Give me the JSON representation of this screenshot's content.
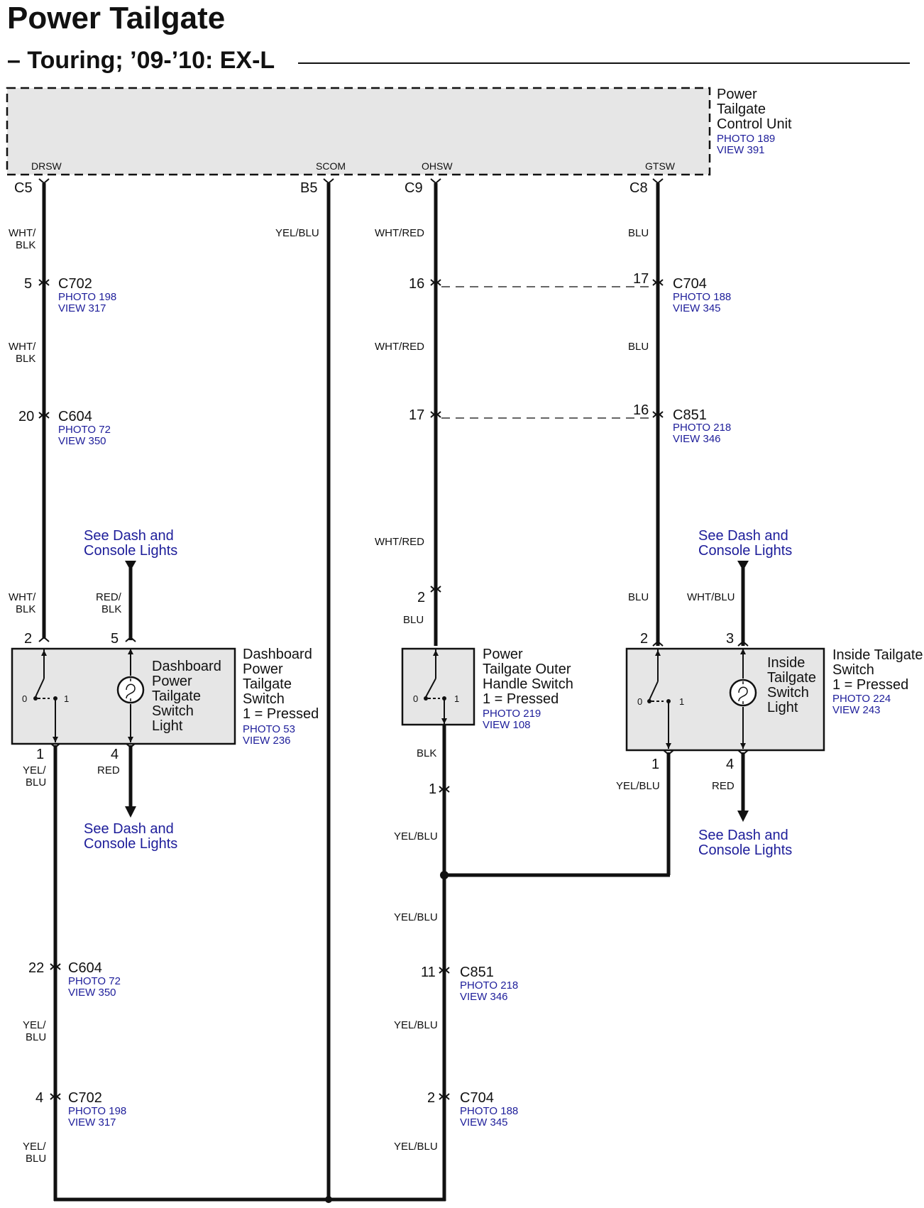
{
  "title": "Power Tailgate",
  "subtitle": "Touring; ’09-’10: EX-L",
  "control_unit": {
    "name_lines": [
      "Power",
      "Tailgate",
      "Control Unit"
    ],
    "photo": "PHOTO 189",
    "view": "VIEW 391",
    "signals": [
      "DRSW",
      "SCOM",
      "OHSW",
      "GTSW"
    ],
    "pins": [
      "C5",
      "B5",
      "C9",
      "C8"
    ]
  },
  "wire_colors": {
    "wht_blk_lines": [
      "WHT/",
      "BLK"
    ],
    "yel_blu": "YEL/BLU",
    "yel_blu_lines": [
      "YEL/",
      "BLU"
    ],
    "wht_red": "WHT/RED",
    "blu": "BLU",
    "red_blk_lines": [
      "RED/",
      "BLK"
    ],
    "red": "RED",
    "wht_blu": "WHT/BLU",
    "blk": "BLK"
  },
  "connectors": {
    "c702_top": {
      "pin": "5",
      "name": "C702",
      "photo": "PHOTO 198",
      "view": "VIEW 317"
    },
    "c604_top": {
      "pin": "20",
      "name": "C604",
      "photo": "PHOTO 72",
      "view": "VIEW 350"
    },
    "c704_top": {
      "pin_left": "16",
      "pin_right": "17",
      "name": "C704",
      "photo": "PHOTO 188",
      "view": "VIEW 345"
    },
    "c851_top": {
      "pin_left": "17",
      "pin_right": "16",
      "name": "C851",
      "photo": "PHOTO 218",
      "view": "VIEW 346"
    },
    "outer_top_pin": "2",
    "outer_bottom_pin": "1",
    "c604_bot": {
      "pin": "22",
      "name": "C604",
      "photo": "PHOTO 72",
      "view": "VIEW 350"
    },
    "c702_bot": {
      "pin": "4",
      "name": "C702",
      "photo": "PHOTO 198",
      "view": "VIEW 317"
    },
    "c851_bot": {
      "pin": "11",
      "name": "C851",
      "photo": "PHOTO 218",
      "view": "VIEW 346"
    },
    "c704_bot": {
      "pin": "2",
      "name": "C704",
      "photo": "PHOTO 188",
      "view": "VIEW 345"
    }
  },
  "see_dash_lines": [
    "See Dash and",
    "Console Lights"
  ],
  "dash_switch": {
    "inner_lines": [
      "Dashboard",
      "Power",
      "Tailgate",
      "Switch",
      "Light"
    ],
    "name_lines": [
      "Dashboard",
      "Power",
      "Tailgate",
      "Switch",
      "1 = Pressed"
    ],
    "photo": "PHOTO 53",
    "view": "VIEW 236",
    "pins": [
      "2",
      "5",
      "1",
      "4"
    ],
    "pos0": "0",
    "pos1": "1"
  },
  "outer_switch": {
    "name_lines": [
      "Power",
      "Tailgate Outer",
      "Handle Switch",
      "1 = Pressed"
    ],
    "photo": "PHOTO 219",
    "view": "VIEW 108",
    "pos0": "0",
    "pos1": "1"
  },
  "inside_switch": {
    "inner_lines": [
      "Inside",
      "Tailgate",
      "Switch",
      "Light"
    ],
    "name_lines": [
      "Inside Tailgate",
      "Switch",
      "1 = Pressed"
    ],
    "photo": "PHOTO 224",
    "view": "VIEW 243",
    "pins": [
      "2",
      "3",
      "1",
      "4"
    ],
    "pos0": "0",
    "pos1": "1"
  }
}
